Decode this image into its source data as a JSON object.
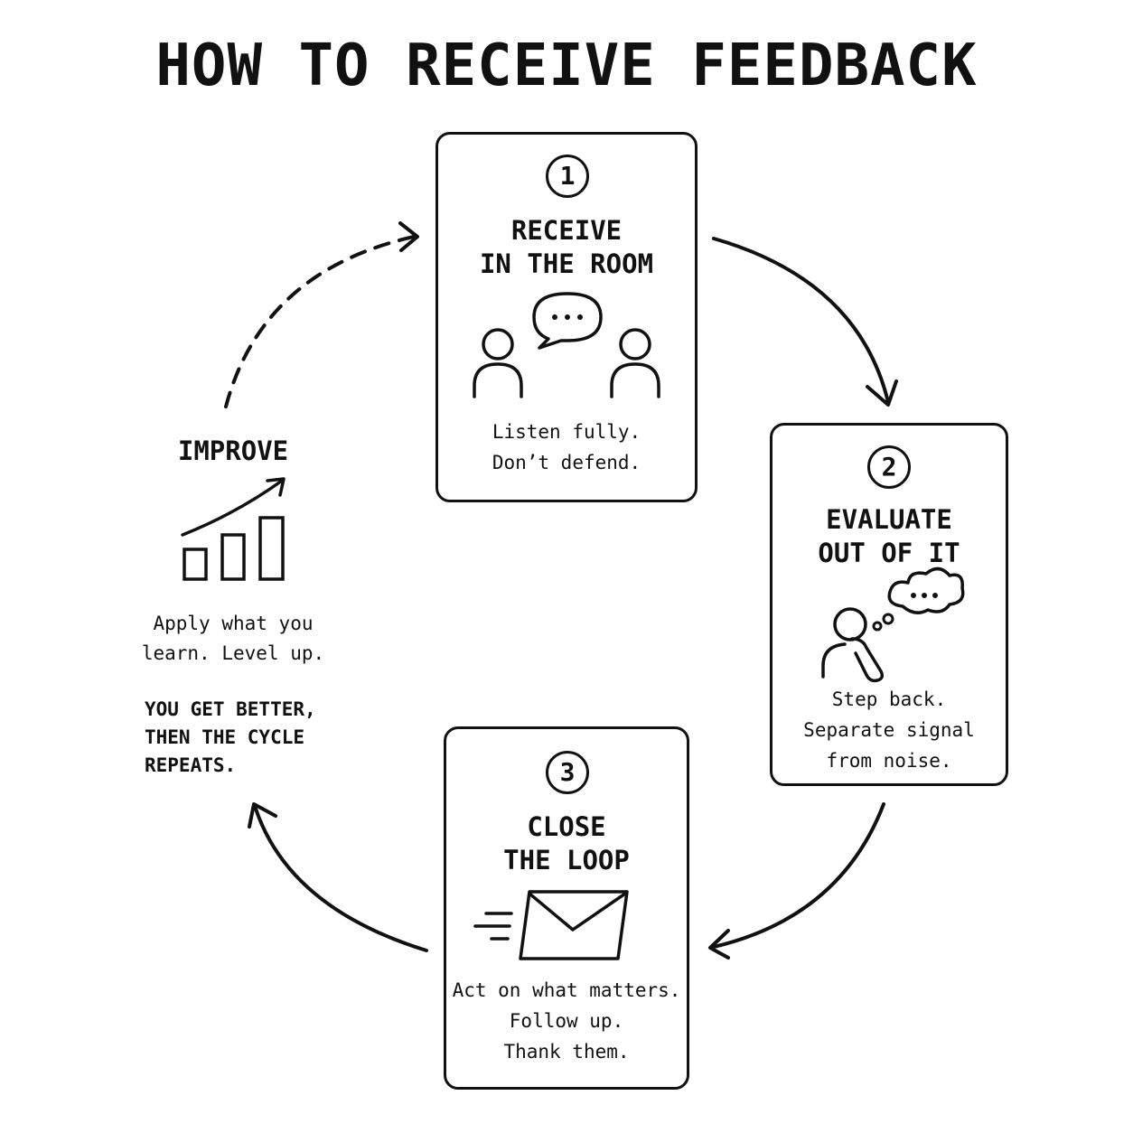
{
  "title": "HOW TO RECEIVE FEEDBACK",
  "steps": [
    {
      "number": "1",
      "heading": [
        "RECEIVE",
        "IN THE ROOM"
      ],
      "icon": "two-people-conversation-icon",
      "body": [
        "Listen fully.",
        "Don’t defend."
      ]
    },
    {
      "number": "2",
      "heading": [
        "EVALUATE",
        "OUT OF IT"
      ],
      "icon": "person-thinking-icon",
      "body": [
        "Step back.",
        "Separate signal",
        "from noise."
      ]
    },
    {
      "number": "3",
      "heading": [
        "CLOSE",
        "THE LOOP"
      ],
      "icon": "envelope-sending-icon",
      "body": [
        "Act on what matters.",
        "Follow up.",
        "Thank them."
      ]
    }
  ],
  "improve": {
    "heading": "IMPROVE",
    "icon": "growth-bar-chart-icon",
    "body": [
      "Apply what you",
      "learn. Level up."
    ],
    "note": [
      "YOU GET BETTER,",
      "THEN THE CYCLE",
      "REPEATS."
    ]
  },
  "colors": {
    "ink": "#111111",
    "background": "#ffffff"
  }
}
